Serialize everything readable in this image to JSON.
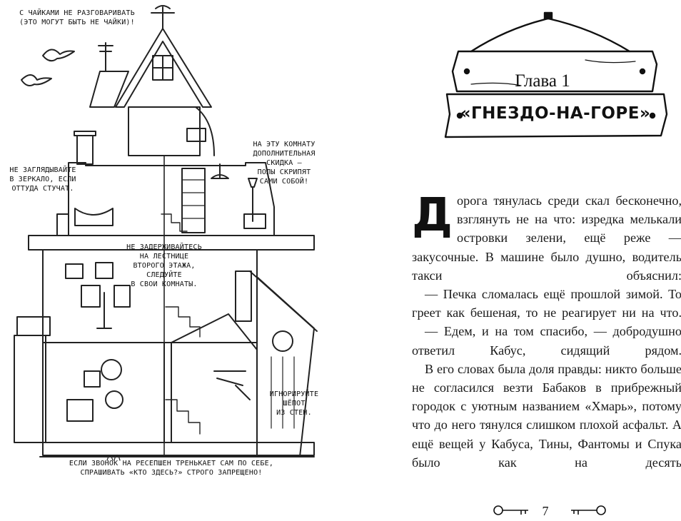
{
  "left_page": {
    "notes": {
      "seagulls": [
        "С ЧАЙКАМИ НЕ РАЗГОВАРИВАТЬ",
        "(ЭТО МОГУТ БЫТЬ НЕ ЧАЙКИ)!"
      ],
      "mirror": [
        "НЕ ЗАГЛЯДЫВАЙТЕ",
        "В ЗЕРКАЛО, ЕСЛИ",
        "ОТТУДА СТУЧАТ."
      ],
      "room_discount": [
        "НА ЭТУ КОМНАТУ",
        "ДОПОЛНИТЕЛЬНАЯ",
        "СКИДКА —",
        "ПОЛЫ СКРИПЯТ",
        "САМИ СОБОЙ!"
      ],
      "stairs": [
        "НЕ ЗАДЕРЖИВАЙТЕСЬ",
        "НА ЛЕСТНИЦЕ",
        "ВТОРОГО ЭТАЖА,",
        "СЛЕДУЙТЕ",
        "В СВОИ КОМНАТЫ."
      ],
      "whisper": [
        "ИГНОРИРУЙТЕ",
        "ШЁПОТ",
        "ИЗ СТЕН."
      ],
      "bell": [
        "ЕСЛИ ЗВОНОК НА РЕСЕПШЕН ТРЕНЬКАЕТ САМ ПО СЕБЕ,",
        "СПРАШИВАТЬ «КТО ЗДЕСЬ?» СТРОГО ЗАПРЕЩЕНО!"
      ]
    }
  },
  "right_page": {
    "chapter_number": "Глава 1",
    "chapter_title": "«ГНЕЗДО-НА-ГОРЕ»",
    "dropcap": "Д",
    "paragraphs": [
      "орога тянулась среди скал бесконечно, взглянуть не на что: изредка мелькали островки зелени, ещё реже — закусочные. В машине было душно, водитель такси объяснил:",
      "— Печка сломалась ещё прошлой зимой. То греет как бешеная, то не реагирует ни на что.",
      "— Едем, и на том спасибо, — добродушно ответил Кабус, сидящий рядом.",
      "В его словах была доля правды: никто больше не согласился везти Бабаков в прибрежный городок с уютным названием «Хмарь», потому что до него тянулся слишком плохой асфальт. А ещё вещей у Кабуса, Тины, Фантомы и Спука было как на десять"
    ],
    "page_number": "7"
  }
}
